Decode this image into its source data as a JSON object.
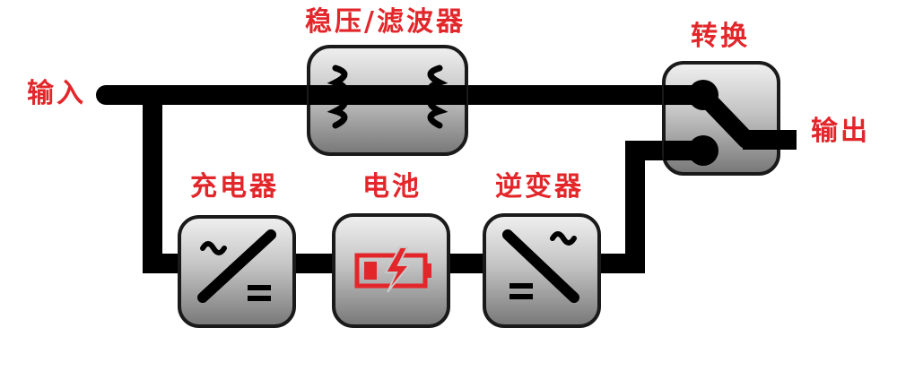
{
  "labels": {
    "input": "输入",
    "output": "输出",
    "regulator": "稳压/滤波器",
    "switch": "转换",
    "charger": "充电器",
    "battery": "电池",
    "inverter": "逆变器"
  },
  "colors": {
    "label": "#e3262a",
    "wire": "#000000",
    "battery_icon": "#e3262a",
    "box_top": "#ececec",
    "box_bottom": "#7f7f7f",
    "box_border": "#1a1a1a"
  },
  "icons": {
    "regulator": "inductor-filter-icon",
    "switch": "transfer-switch-icon",
    "charger": "ac-to-dc-icon",
    "battery": "battery-charging-icon",
    "inverter": "dc-to-ac-icon"
  }
}
